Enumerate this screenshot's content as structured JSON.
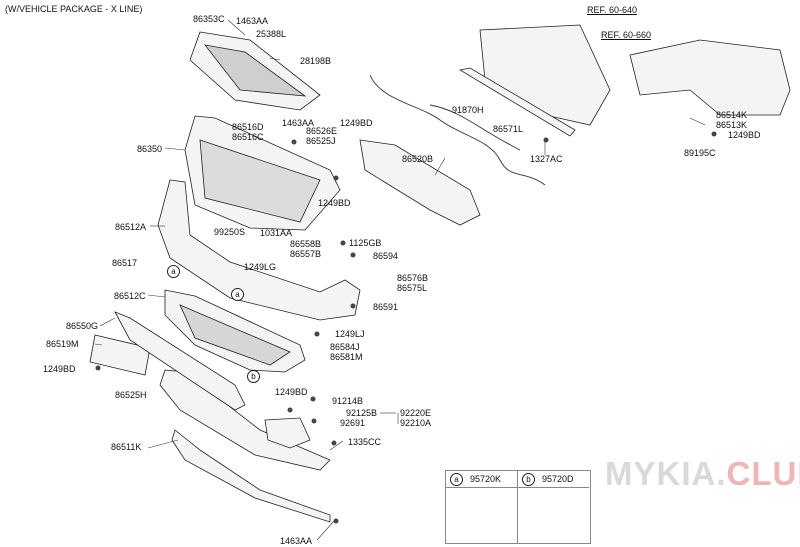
{
  "header": {
    "title": "(W/VEHICLE PACKAGE - X LINE)"
  },
  "refs": {
    "ref1": "REF. 60-640",
    "ref2": "REF. 60-660"
  },
  "parts": {
    "p86353C": "86353C",
    "p1463AA_top": "1463AA",
    "p25388L": "25388L",
    "p28198B": "28198B",
    "p86516D": "86516D",
    "p86516C": "86516C",
    "p1463AA_mid": "1463AA",
    "p86526E": "86526E",
    "p86525J": "86525J",
    "p1249BD_a": "1249BD",
    "p86350": "86350",
    "p1249BD_b": "1249BD",
    "p86512A": "86512A",
    "p99250S": "99250S",
    "p1031AA": "1031AA",
    "p86558B": "86558B",
    "p86557B": "86557B",
    "p1125GB": "1125GB",
    "p86594": "86594",
    "p86517": "86517",
    "p1249LG": "1249LG",
    "p86576B": "86576B",
    "p86575L": "86575L",
    "p86512C": "86512C",
    "p86591": "86591",
    "p86550G": "86550G",
    "p1249LJ": "1249LJ",
    "p86519M": "86519M",
    "p86584J": "86584J",
    "p86581M": "86581M",
    "p1249BD_c": "1249BD",
    "p86525H": "86525H",
    "p1249BD_d": "1249BD",
    "p91214B": "91214B",
    "p92125B": "92125B",
    "p92220E": "92220E",
    "p92210A": "92210A",
    "p92691": "92691",
    "p86511K": "86511K",
    "p1335CC": "1335CC",
    "p1463AA_bot": "1463AA",
    "p91870H": "91870H",
    "p86571L": "86571L",
    "p86520B": "86520B",
    "p1327AC": "1327AC",
    "p86514K": "86514K",
    "p86513K": "86513K",
    "p1249BD_e": "1249BD",
    "p89195C": "89195C"
  },
  "callouts": {
    "a": "a",
    "b": "b"
  },
  "legend": {
    "a": {
      "key": "a",
      "part": "95720K"
    },
    "b": {
      "key": "b",
      "part": "95720D"
    }
  },
  "watermark": {
    "main": "MYKIA.",
    "accent": "CLUB"
  },
  "colors": {
    "ink": "#222222",
    "part_fill": "#f4f4f4",
    "shade": "#cfcfcf",
    "leader": "#333333"
  }
}
